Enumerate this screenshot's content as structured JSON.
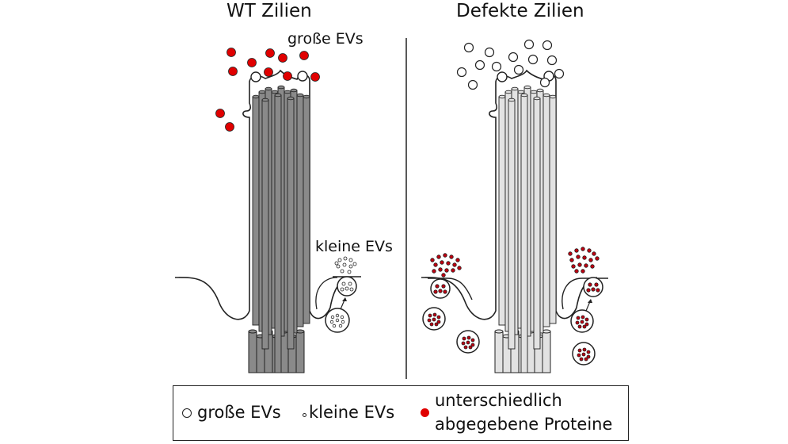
{
  "titles": {
    "left": "WT Zilien",
    "right": "Defekte Zilien"
  },
  "labels": {
    "large_evs": "große EVs",
    "small_evs": "kleine EVs"
  },
  "legend": {
    "large": "große EVs",
    "small": "kleine EVs",
    "protein_line1": "unterschiedlich",
    "protein_line2": "abgegebene Proteine"
  },
  "colors": {
    "protein": "#e00000",
    "protein_dark": "#c00010",
    "wt_tube": "#8a8a8a",
    "defect_tube": "#e2e2e2",
    "outline": "#222222"
  }
}
